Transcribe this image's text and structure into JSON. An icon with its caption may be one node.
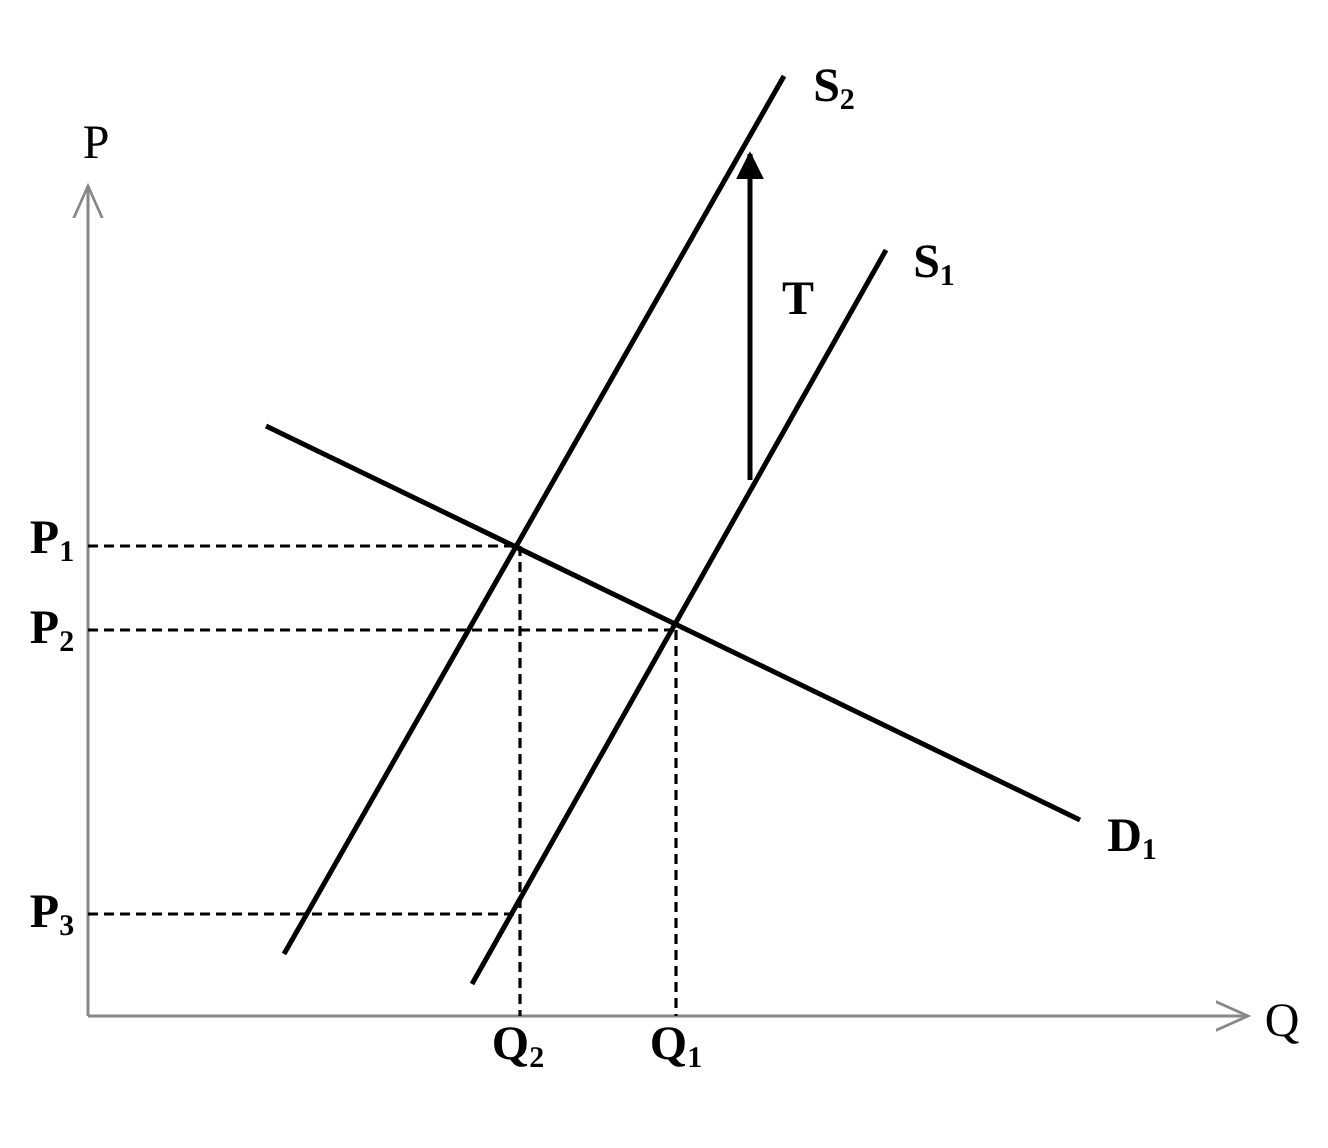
{
  "diagram": {
    "labels": [
      "P",
      "S$_{2}$",
      "T",
      "S$_{1}$",
      "P$_{1}$",
      "P$_{2}$",
      "D$_{1}$",
      "P$_{3}$",
      "Q$_{2}$",
      "Q$_{1}$",
      "Q"
    ]
  }
}
